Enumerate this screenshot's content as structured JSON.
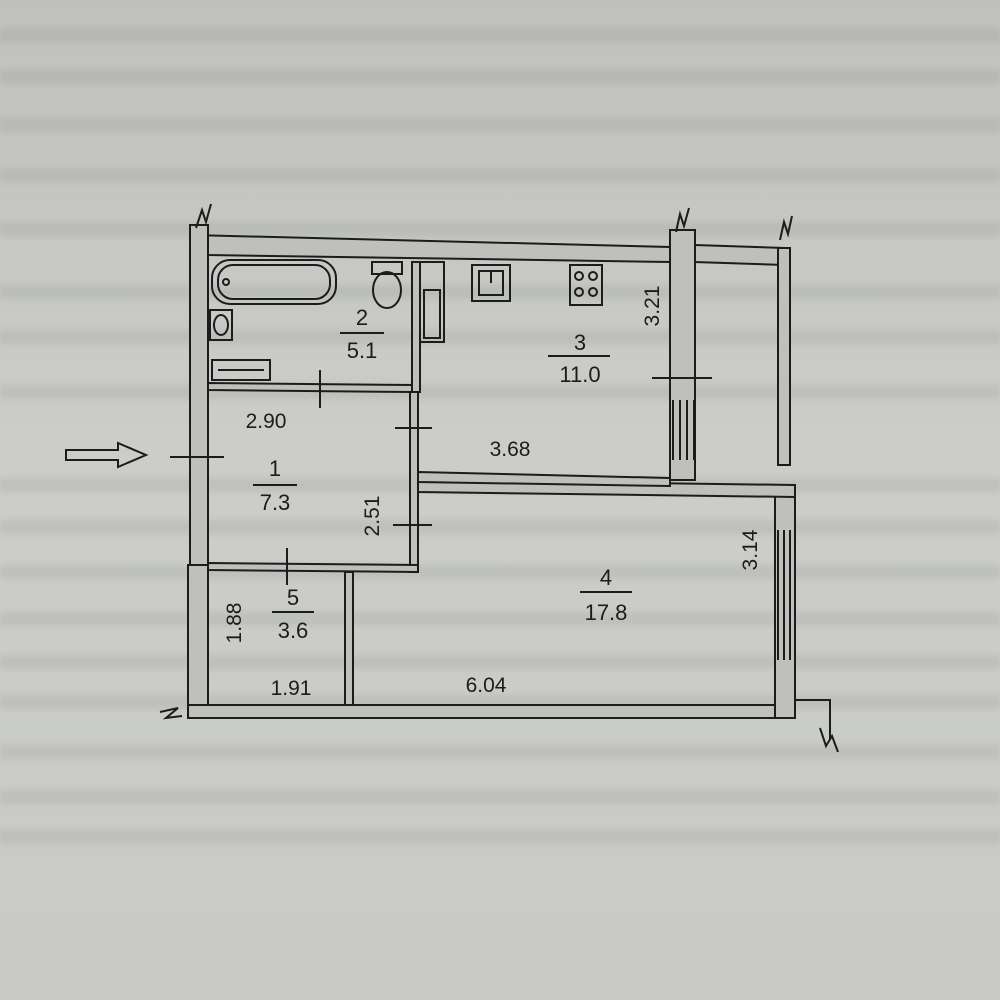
{
  "colors": {
    "paper": "#c9cac6",
    "ink": "#1b1c1d",
    "wall_fill": "#bfc0bc"
  },
  "rooms": [
    {
      "number": "1",
      "area": "7.3"
    },
    {
      "number": "2",
      "area": "5.1"
    },
    {
      "number": "3",
      "area": "11.0"
    },
    {
      "number": "4",
      "area": "17.8"
    },
    {
      "number": "5",
      "area": "3.6"
    }
  ],
  "dimensions": {
    "d_2_90": "2.90",
    "d_3_68": "3.68",
    "d_3_21": "3.21",
    "d_2_51": "2.51",
    "d_3_14": "3.14",
    "d_1_88": "1.88",
    "d_1_91": "1.91",
    "d_6_04": "6.04"
  },
  "icons": [
    "entrance-arrow-icon",
    "bathtub-icon",
    "toilet-icon",
    "sink-icon",
    "washing-machine-icon",
    "kitchen-sink-icon",
    "stove-icon"
  ]
}
